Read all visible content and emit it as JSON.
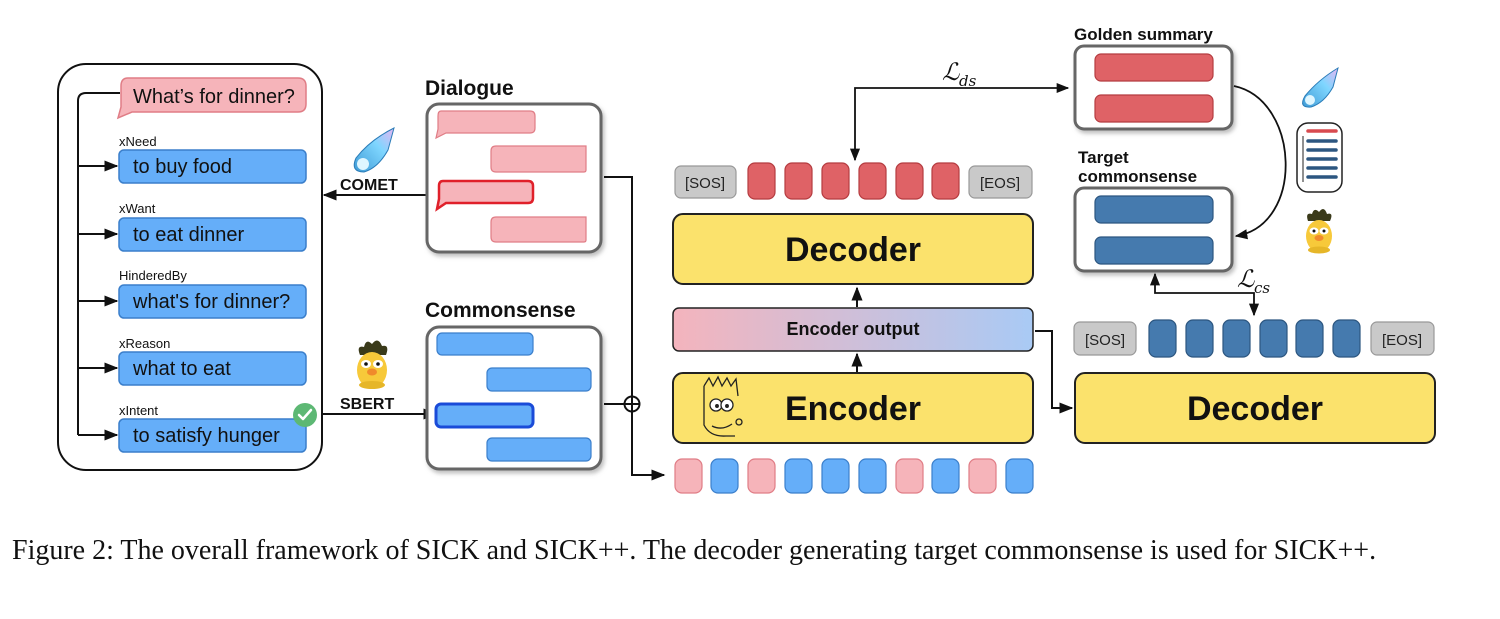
{
  "comet_panel": {
    "query": "What’s for dinner?",
    "relations": [
      {
        "relation": "xNeed",
        "text": "to buy food"
      },
      {
        "relation": "xWant",
        "text": "to eat dinner"
      },
      {
        "relation": "HinderedBy",
        "text": "what's for dinner?"
      },
      {
        "relation": "xReason",
        "text": "what to eat"
      },
      {
        "relation": "xIntent",
        "text": "to satisfy hunger"
      }
    ]
  },
  "labels": {
    "comet": "COMET",
    "sbert": "SBERT",
    "dialogue": "Dialogue",
    "commonsense": "Commonsense",
    "golden_summary": "Golden summary",
    "target_commonsense_line1": "Target",
    "target_commonsense_line2": "commonsense",
    "decoder": "Decoder",
    "encoder": "Encoder",
    "encoder_output": "Encoder output",
    "sos": "[SOS]",
    "eos": "[EOS]",
    "loss_ds_main": "ℒ",
    "loss_ds_sub": "ds",
    "loss_cs_main": "ℒ",
    "loss_cs_sub": "cs"
  },
  "caption": "Figure 2: The overall framework of SICK and SICK++. The decoder generating target commonsense is used for SICK++.",
  "colors": {
    "blue_box": "#65aef9",
    "pink_box": "#f6b4ba",
    "red_token": "#df6266",
    "dark_blue_token": "#457aae",
    "yellow": "#fbe26c",
    "gray_token": "#c9c9c9",
    "green_check": "#5db874"
  }
}
